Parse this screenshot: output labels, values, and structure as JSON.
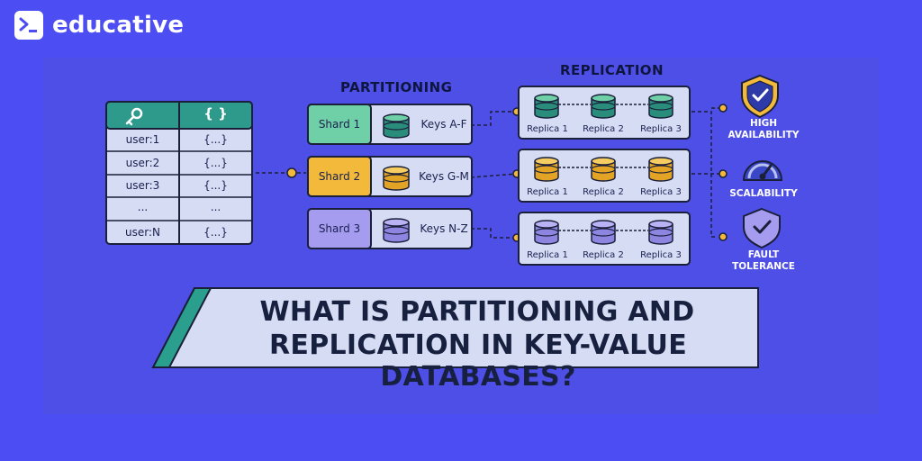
{
  "brand": {
    "name": "educative"
  },
  "sections": {
    "partitioning": "PARTITIONING",
    "replication": "REPLICATION"
  },
  "kv_table": {
    "header_icons": [
      "key-icon",
      "braces-icon"
    ],
    "value_header": "{ }",
    "rows": [
      {
        "key": "user:1",
        "value": "{...}"
      },
      {
        "key": "user:2",
        "value": "{...}"
      },
      {
        "key": "user:3",
        "value": "{...}"
      },
      {
        "key": "...",
        "value": "..."
      },
      {
        "key": "user:N",
        "value": "{...}"
      }
    ]
  },
  "shards": [
    {
      "label": "Shard 1",
      "keys": "Keys A-F",
      "color": "#6fcfa6"
    },
    {
      "label": "Shard 2",
      "keys": "Keys G-M",
      "color": "#f2b93b"
    },
    {
      "label": "Shard 3",
      "keys": "Keys N-Z",
      "color": "#a59cf0"
    }
  ],
  "replica_groups": [
    {
      "replicas": [
        "Replica 1",
        "Replica 2",
        "Replica 3"
      ],
      "color": "#6fcfa6"
    },
    {
      "replicas": [
        "Replica 1",
        "Replica 2",
        "Replica 3"
      ],
      "color": "#f2b93b"
    },
    {
      "replicas": [
        "Replica 1",
        "Replica 2",
        "Replica 3"
      ],
      "color": "#a59cf0"
    }
  ],
  "benefits": [
    {
      "label": "HIGH\nAVAILABILITY",
      "icon": "shield-check-icon"
    },
    {
      "label": "SCALABILITY",
      "icon": "speedometer-icon"
    },
    {
      "label": "FAULT\nTOLERANCE",
      "icon": "shield-check-icon"
    }
  ],
  "title": {
    "line1": "WHAT IS PARTITIONING AND",
    "line2": "REPLICATION IN KEY-VALUE DATABASES?"
  },
  "colors": {
    "background": "#4c4df2",
    "panel": "#d5dcf3",
    "table_header": "#2e9a8c",
    "accent_teal": "#2a9f8e",
    "line": "#1a1f3a",
    "dot": "#f2b93b"
  }
}
